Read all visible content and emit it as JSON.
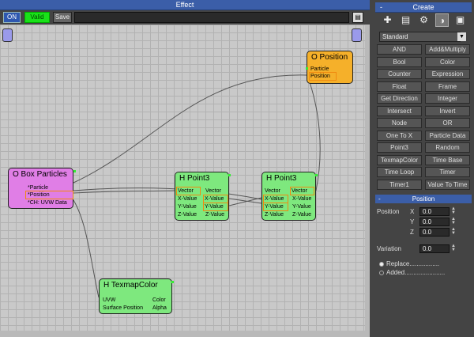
{
  "effect": {
    "title": "Effect",
    "toolbar": {
      "on_label": "ON",
      "valid_label": "Valid",
      "save_label": "Save",
      "pick_icon": "pick-icon"
    },
    "nodes": {
      "o_position": {
        "title": "O Position",
        "ports": [
          "Particle",
          "Position"
        ]
      },
      "box_particles": {
        "title": "O Box Particles",
        "ports": [
          "*Particle",
          "*Position",
          "*CH: UVW Data"
        ]
      },
      "h_point3_a": {
        "title": "H Point3",
        "left": [
          "Vector",
          "X-Value",
          "Y-Value",
          "Z-Value"
        ],
        "right": [
          "Vector",
          "X-Value",
          "Y-Value",
          "Z-Value"
        ]
      },
      "h_point3_b": {
        "title": "H Point3",
        "left": [
          "Vector",
          "X-Value",
          "Y-Value",
          "Z-Value"
        ],
        "right": [
          "Vector",
          "X-Value",
          "Y-Value",
          "Z-Value"
        ]
      },
      "texmap": {
        "title": "H TexmapColor",
        "left": [
          "UVW",
          "Surface Position"
        ],
        "right": [
          "Color",
          "Alpha"
        ]
      }
    }
  },
  "create": {
    "title": "Create",
    "tab_icons": [
      "add-operator-icon",
      "add-list-icon",
      "gear-icon",
      "paint-icon",
      "cube-icon"
    ],
    "selected_tab": 3,
    "category": "Standard",
    "buttons": [
      [
        "AND",
        "Add&Multiply"
      ],
      [
        "Bool",
        "Color"
      ],
      [
        "Counter",
        "Expression"
      ],
      [
        "Float",
        "Frame"
      ],
      [
        "Get Direction",
        "Integer"
      ],
      [
        "Intersect",
        "Invert"
      ],
      [
        "Node",
        "OR"
      ],
      [
        "One To X",
        "Particle Data"
      ],
      [
        "Point3",
        "Random"
      ],
      [
        "TexmapColor",
        "Time Base"
      ],
      [
        "Time Loop",
        "Timer"
      ],
      [
        "Timer1",
        "Value To Time"
      ]
    ],
    "position_section": {
      "title": "Position",
      "position_label": "Position",
      "x_label": "X",
      "y_label": "Y",
      "z_label": "Z",
      "x": "0.0",
      "y": "0.0",
      "z": "0.0",
      "variation_label": "Variation",
      "variation": "0.0",
      "replace_label": "Replace.................",
      "added_label": "Added.......................",
      "selected_mode": "Replace"
    }
  }
}
